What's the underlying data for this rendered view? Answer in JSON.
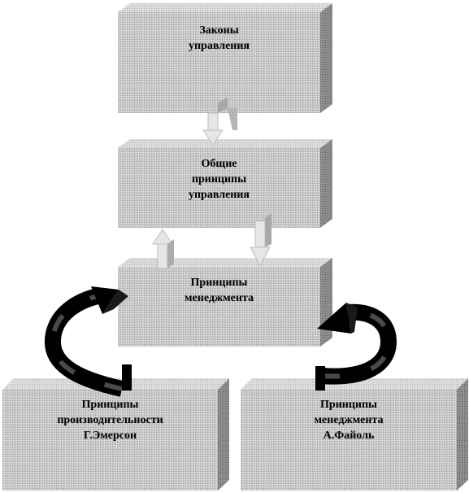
{
  "boxes": {
    "laws": {
      "line1": "Законы",
      "line2": "управления"
    },
    "general": {
      "line1": "Общие",
      "line2": "принципы",
      "line3": "управления"
    },
    "management": {
      "line1": "Принципы",
      "line2": "менеджмента"
    },
    "emerson": {
      "line1": "Принципы",
      "line2": "производительности",
      "line3": "Г.Эмерсон"
    },
    "fayol": {
      "line1": "Принципы",
      "line2": "менеджмента",
      "line3": "А.Файоль"
    }
  },
  "colors": {
    "box_fill": "#c4c4c4",
    "box_side": "#8e8e8e",
    "box_top": "#d9d9d9",
    "arrow_fill": "#e4e4e4",
    "curved_arrow": "#111111"
  }
}
